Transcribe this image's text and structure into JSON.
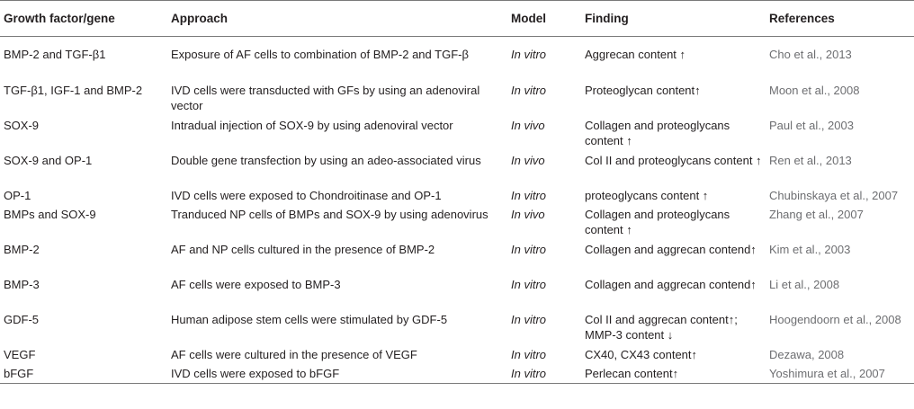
{
  "headers": {
    "gene": "Growth factor/gene",
    "approach": "Approach",
    "model": "Model",
    "finding": "Finding",
    "references": "References"
  },
  "rows": [
    {
      "gene": "BMP-2 and TGF-β1",
      "approach": "Exposure of AF cells to combination of BMP-2 and TGF-β",
      "model": "In vitro",
      "finding": "Aggrecan content ↑",
      "ref": "Cho et al., 2013"
    },
    {
      "gene": "TGF-β1, IGF-1 and BMP-2",
      "approach": "IVD cells were transducted with GFs by using an adenoviral vector",
      "model": "In vitro",
      "finding": "Proteoglycan content↑",
      "ref": "Moon et al., 2008"
    },
    {
      "gene": "SOX-9",
      "approach": "Intradual injection of SOX-9 by using adenoviral vector",
      "model": "In vivo",
      "finding": "Collagen and proteoglycans content ↑",
      "ref": "Paul et al., 2003"
    },
    {
      "gene": "SOX-9 and OP-1",
      "approach": "Double gene transfection by using an adeo-associated virus",
      "model": "In vivo",
      "finding": "Col II and proteoglycans content ↑",
      "ref": "Ren et al., 2013"
    },
    {
      "gene": "OP-1",
      "approach": "IVD cells were exposed to Chondroitinase and OP-1",
      "model": "In vitro",
      "finding": "proteoglycans content ↑",
      "ref": "Chubinskaya et al., 2007"
    },
    {
      "gene": "BMPs and SOX-9",
      "approach": "Tranduced NP cells of BMPs and SOX-9 by using adenovirus",
      "model": "In vivo",
      "finding": "Collagen and proteoglycans content ↑",
      "ref": "Zhang et al., 2007"
    },
    {
      "gene": "BMP-2",
      "approach": "AF and NP cells cultured in the presence of BMP-2",
      "model": "In vitro",
      "finding": "Collagen and aggrecan contend↑",
      "ref": "Kim et al., 2003"
    },
    {
      "gene": "BMP-3",
      "approach": "AF cells were exposed to BMP-3",
      "model": "In vitro",
      "finding": "Collagen and aggrecan contend↑",
      "ref": "Li et al., 2008"
    },
    {
      "gene": "GDF-5",
      "approach": "Human adipose stem cells were stimulated by GDF-5",
      "model": "In vitro",
      "finding": "Col II and aggrecan content↑; MMP-3 content ↓",
      "ref": "Hoogendoorn et al., 2008"
    },
    {
      "gene": "VEGF",
      "approach": "AF cells were cultured in the presence of VEGF",
      "model": "In vitro",
      "finding": "CX40, CX43 content↑",
      "ref": "Dezawa, 2008"
    },
    {
      "gene": "bFGF",
      "approach": "IVD cells were exposed to bFGF",
      "model": "In vitro",
      "finding": "Perlecan content↑",
      "ref": "Yoshimura et al., 2007"
    }
  ]
}
